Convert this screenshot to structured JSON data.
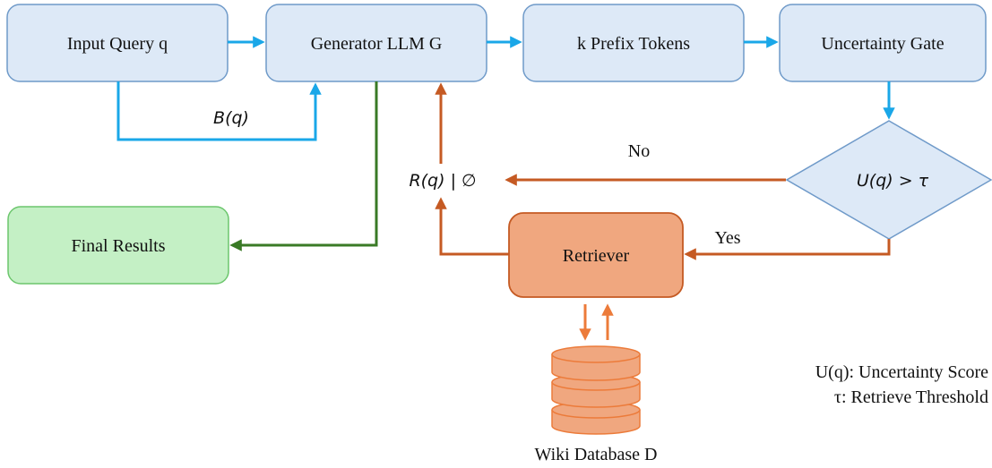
{
  "nodes": {
    "input_query": "Input Query q",
    "generator": "Generator LLM G",
    "prefix_tokens": "k Prefix Tokens",
    "uncertainty_gate": "Uncertainty Gate",
    "final_results": "Final Results",
    "retriever": "Retriever",
    "decision": "U(q) > τ",
    "database": "Wiki Database D"
  },
  "edge_labels": {
    "baseline": "B(q)",
    "no": "No",
    "yes": "Yes",
    "retrieved": "R(q) | ∅"
  },
  "legend": {
    "uq": "U(q): Uncertainty Score",
    "tau": "τ: Retrieve Threshold"
  },
  "colors": {
    "box_fill": "#dde9f7",
    "box_stroke": "#6f9ac9",
    "final_fill": "#c4f0c5",
    "final_stroke": "#6cc66d",
    "retriever_fill": "#f0a77f",
    "retriever_stroke": "#c55a23",
    "blue_arrow": "#1aa7e8",
    "orange_arrow": "#c55a23",
    "green_arrow": "#3a7a26"
  }
}
